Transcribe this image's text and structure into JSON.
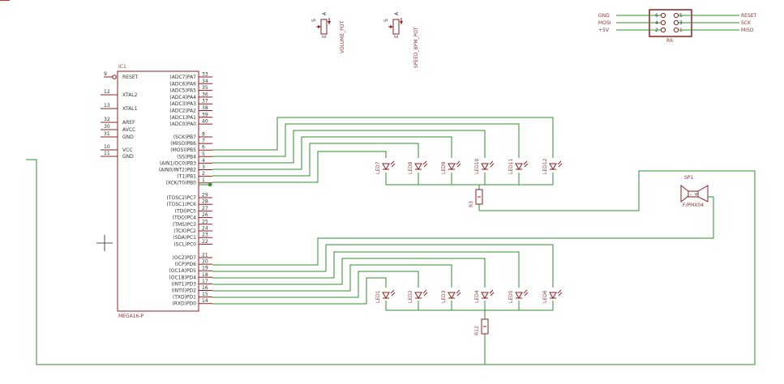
{
  "ic": {
    "name": "IC1",
    "part": "MEGA16-P",
    "left_pins": [
      {
        "num": "9",
        "label": "RESET"
      },
      {
        "num": "12",
        "label": "XTAL2"
      },
      {
        "num": "13",
        "label": "XTAL1"
      },
      {
        "num": "32",
        "label": "AREF"
      },
      {
        "num": "30",
        "label": "AVCC"
      },
      {
        "num": "31",
        "label": "GND"
      },
      {
        "num": "10",
        "label": "VCC"
      },
      {
        "num": "11",
        "label": "GND"
      }
    ],
    "right_pins": [
      {
        "num": "33",
        "label": "(ADC7)PA7"
      },
      {
        "num": "34",
        "label": "(ADC6)PA6"
      },
      {
        "num": "35",
        "label": "(ADC5)PA5"
      },
      {
        "num": "36",
        "label": "(ADC4)PA4"
      },
      {
        "num": "37",
        "label": "(ADC3)PA3"
      },
      {
        "num": "38",
        "label": "(ADC2)PA2"
      },
      {
        "num": "39",
        "label": "(ADC1)PA1"
      },
      {
        "num": "40",
        "label": "(ADC0)PA0"
      },
      {
        "num": "8",
        "label": "(SCK)PB7"
      },
      {
        "num": "7",
        "label": "(MISO)PB6"
      },
      {
        "num": "6",
        "label": "(MOSI)PB5"
      },
      {
        "num": "5",
        "label": "(SS)PB4"
      },
      {
        "num": "4",
        "label": "(AIN1/OC0)PB3"
      },
      {
        "num": "3",
        "label": "(AIN0/INT2)PB2"
      },
      {
        "num": "2",
        "label": "(T1)PB1"
      },
      {
        "num": "1",
        "label": "(XCK/T0)PB0"
      },
      {
        "num": "29",
        "label": "(TOSC2)PC7"
      },
      {
        "num": "28",
        "label": "(TOSC1)PC6"
      },
      {
        "num": "27",
        "label": "(TDI)PC5"
      },
      {
        "num": "26",
        "label": "(TDO)PC4"
      },
      {
        "num": "25",
        "label": "(TMS)PC3"
      },
      {
        "num": "24",
        "label": "(TCK)PC2"
      },
      {
        "num": "23",
        "label": "(SDA)PC1"
      },
      {
        "num": "22",
        "label": "(SCL)PC0"
      },
      {
        "num": "21",
        "label": "(OC2)PD7"
      },
      {
        "num": "20",
        "label": "(ICP)PD6"
      },
      {
        "num": "19",
        "label": "(OC1A)PD5"
      },
      {
        "num": "18",
        "label": "(OC1B)PD4"
      },
      {
        "num": "17",
        "label": "(INT1)PD3"
      },
      {
        "num": "16",
        "label": "(INT0)PD2"
      },
      {
        "num": "15",
        "label": "(TXD)PD1"
      },
      {
        "num": "14",
        "label": "(RXD)PD0"
      }
    ]
  },
  "pots": [
    {
      "name": "VOLUME_POT",
      "pin_a": "A",
      "pin_s": "S",
      "pin_e": "E"
    },
    {
      "name": "SPEED_BPM_POT",
      "pin_a": "A",
      "pin_s": "S",
      "pin_e": "E"
    }
  ],
  "header": {
    "name": "R6",
    "left_labels": [
      "GND",
      "MOSI",
      "+5V"
    ],
    "right_labels": [
      "RESET",
      "SCK",
      "MISO"
    ],
    "pin_numbers": [
      "6",
      "5",
      "4",
      "3",
      "2",
      "1"
    ]
  },
  "leds_top": [
    "LED7",
    "LED8",
    "LED9",
    "LED10",
    "LED11",
    "LED12"
  ],
  "leds_bottom": [
    "LED1",
    "LED2",
    "LED3",
    "LED4",
    "LED5",
    "LED6"
  ],
  "resistors": [
    "R3",
    "R12"
  ],
  "speaker": {
    "name": "SP1",
    "part": "F/PMX04"
  },
  "colors": {
    "wire": "#2f8f2f",
    "part": "#8b2020",
    "junction": "#2f8f2f"
  }
}
